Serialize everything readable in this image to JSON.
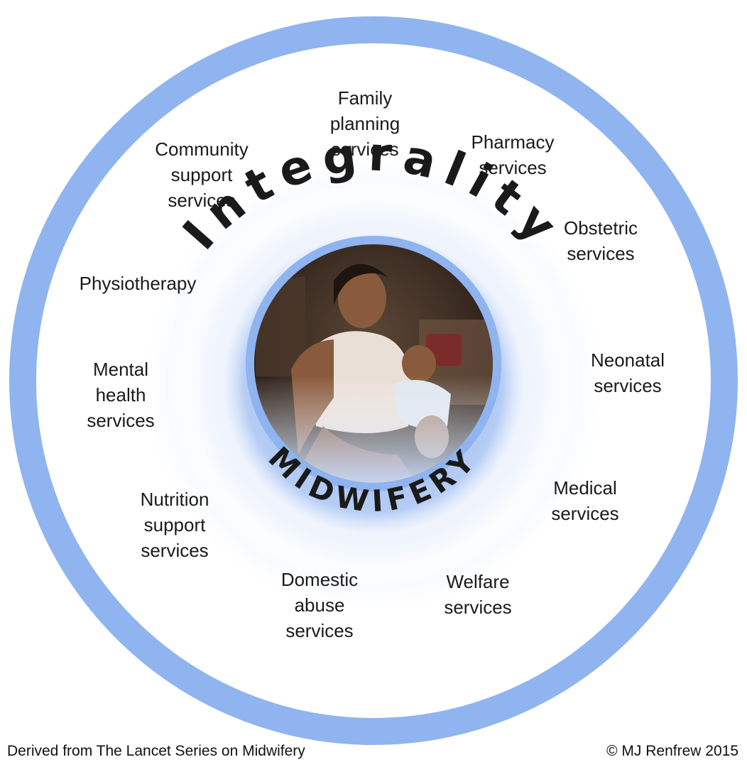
{
  "outer_title": "Integrality",
  "center_title": "MIDWIFERY",
  "services": [
    {
      "id": "family-planning",
      "lines": [
        "Family",
        "planning",
        "services"
      ]
    },
    {
      "id": "pharmacy",
      "lines": [
        "Pharmacy",
        "services"
      ]
    },
    {
      "id": "obstetric",
      "lines": [
        "Obstetric",
        "services"
      ]
    },
    {
      "id": "neonatal",
      "lines": [
        "Neonatal",
        "services"
      ]
    },
    {
      "id": "medical",
      "lines": [
        "Medical",
        "services"
      ]
    },
    {
      "id": "welfare",
      "lines": [
        "Welfare",
        "services"
      ]
    },
    {
      "id": "domestic-abuse",
      "lines": [
        "Domestic",
        "abuse",
        "services"
      ]
    },
    {
      "id": "nutrition-support",
      "lines": [
        "Nutrition",
        "support",
        "services"
      ]
    },
    {
      "id": "mental-health",
      "lines": [
        "Mental",
        "health",
        "services"
      ]
    },
    {
      "id": "physiotherapy",
      "lines": [
        "Physiotherapy"
      ]
    },
    {
      "id": "community-support",
      "lines": [
        "Community",
        "support",
        "services"
      ]
    }
  ],
  "footer": {
    "source": "Derived from The Lancet Series on Midwifery",
    "copyright": "© MJ Renfrew 2015"
  },
  "colors": {
    "ring": "#8fb4ef",
    "glow": "#b9cff5",
    "text": "#1a1a1a"
  }
}
